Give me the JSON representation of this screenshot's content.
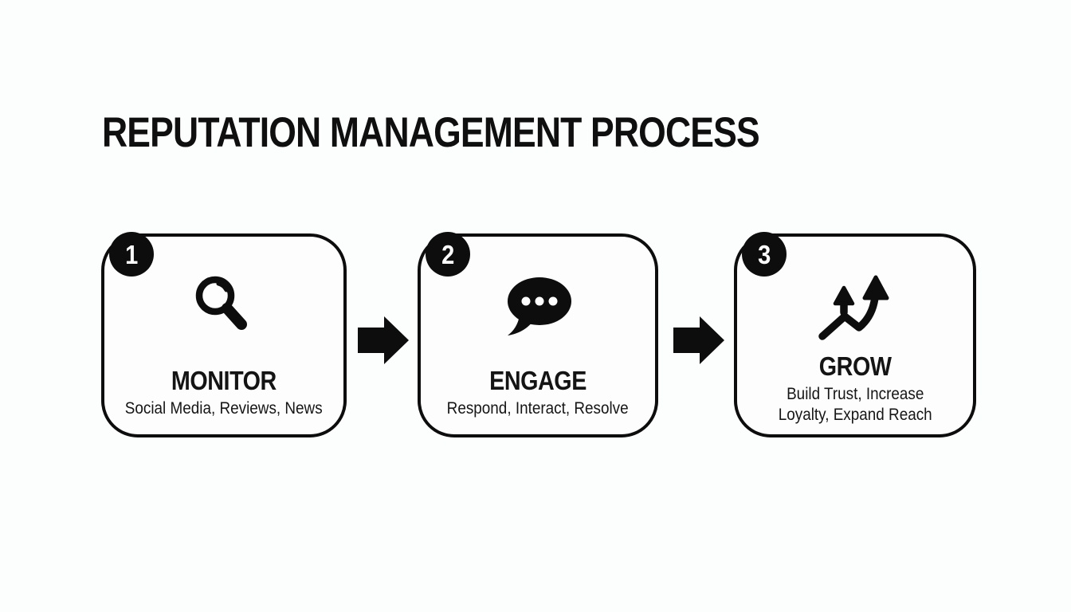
{
  "title": "REPUTATION MANAGEMENT PROCESS",
  "steps": [
    {
      "number": "1",
      "title": "MONITOR",
      "subtitle": [
        "Social Media, Reviews, News"
      ],
      "icon": "magnifying-glass-icon"
    },
    {
      "number": "2",
      "title": "ENGAGE",
      "subtitle": [
        "Respond, Interact, Resolve"
      ],
      "icon": "speech-bubble-icon"
    },
    {
      "number": "3",
      "title": "GROW",
      "subtitle": [
        "Build Trust, Increase",
        "Loyalty, Expand Reach"
      ],
      "icon": "growth-arrows-icon"
    }
  ],
  "colors": {
    "background": "#fcfdfd",
    "ink": "#0d0d0d",
    "badge_fill": "#0d0d0d",
    "badge_text": "#ffffff"
  }
}
